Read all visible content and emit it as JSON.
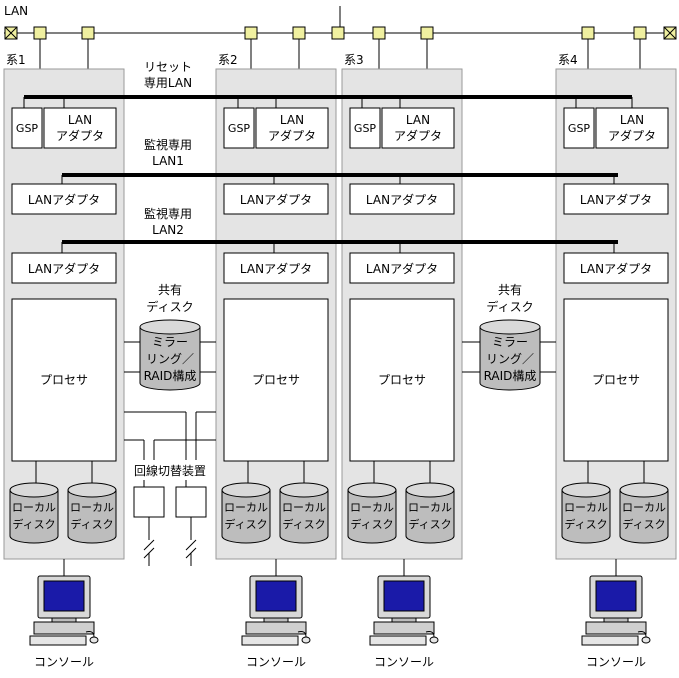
{
  "network": {
    "lan_label": "LAN"
  },
  "systems": [
    {
      "label": "系1"
    },
    {
      "label": "系2"
    },
    {
      "label": "系3"
    },
    {
      "label": "系4"
    }
  ],
  "buses": {
    "reset_lan": [
      "リセット",
      "専用LAN"
    ],
    "monitor_lan1": [
      "監視専用",
      "LAN1"
    ],
    "monitor_lan2": [
      "監視専用",
      "LAN2"
    ]
  },
  "components": {
    "gsp": "GSP",
    "lan_adapter_2line": [
      "LAN",
      "アダプタ"
    ],
    "lan_adapter": "LANアダプタ",
    "processor": "プロセサ",
    "local_disk": [
      "ローカル",
      "ディスク"
    ],
    "shared_disk_label": [
      "共有",
      "ディスク"
    ],
    "shared_disk_body": [
      "ミラー",
      "リング／",
      "RAID構成"
    ],
    "line_switcher": "回線切替装置",
    "console": "コンソール"
  }
}
